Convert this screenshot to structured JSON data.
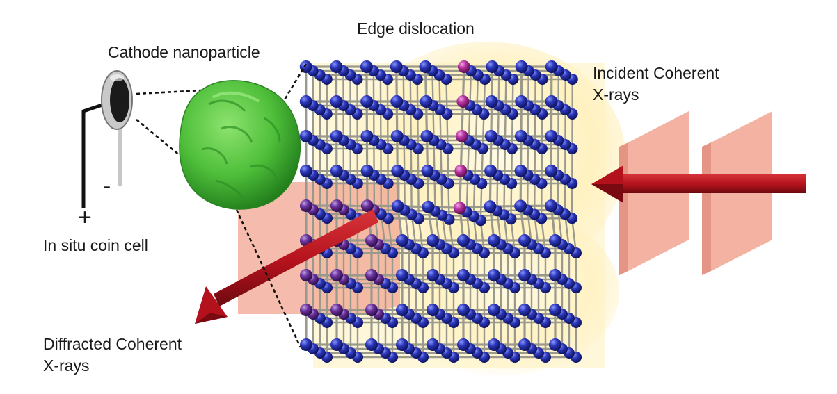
{
  "labels": {
    "edge_dislocation": "Edge dislocation",
    "cathode_nanoparticle": "Cathode nanoparticle",
    "incident_line1": "Incident Coherent",
    "incident_line2": "X-rays",
    "coin_cell": "In situ coin cell",
    "diffracted_line1": "Diffracted Coherent",
    "diffracted_line2": "X-rays",
    "plus_sign": "+",
    "minus_sign": "-"
  },
  "colors": {
    "atom_blue": "#2b36b8",
    "atom_magenta": "#b5329f",
    "atom_purple": "#6a2f9a",
    "bond_grey": "#9a9a8c",
    "glow_yellow": "#fff1c0",
    "particle_green": "#4fbf3a",
    "beam_red": "#b3121c",
    "slab_pink": "#f2a592",
    "coin_grey": "#b9b9b9"
  },
  "icons": {
    "particle": "cathode-nanoparticle-icon",
    "lattice": "crystal-lattice-icon",
    "coin_cell": "coin-cell-icon"
  }
}
